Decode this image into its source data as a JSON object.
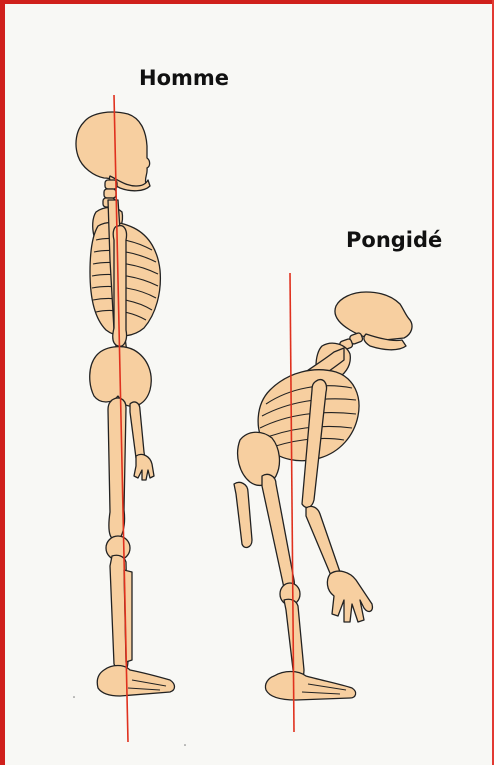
{
  "labels": {
    "human": "Homme",
    "ape": "Pongidé"
  },
  "colors": {
    "frame": "#d0201c",
    "background": "#f8f8f5",
    "bone_fill": "#f7cfa0",
    "bone_outline": "#222222",
    "plumb_line": "#e0311e"
  },
  "figures": [
    "human-skeleton",
    "ape-skeleton"
  ]
}
